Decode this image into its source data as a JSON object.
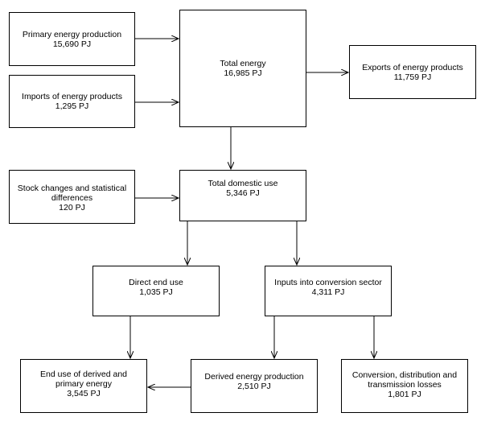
{
  "nodes": {
    "primary": {
      "label": "Primary energy production",
      "value": "15,690 PJ"
    },
    "imports": {
      "label": "Imports of energy products",
      "value": "1,295 PJ"
    },
    "total": {
      "label": "Total energy",
      "value": "16,985 PJ"
    },
    "exports": {
      "label": "Exports of energy products",
      "value": "11,759 PJ"
    },
    "stock": {
      "label_line1": "Stock changes and statistical",
      "label_line2": "differences",
      "value": "120 PJ"
    },
    "domestic": {
      "label": "Total domestic use",
      "value": "5,346 PJ"
    },
    "direct": {
      "label": "Direct end use",
      "value": "1,035 PJ"
    },
    "inputs": {
      "label": "Inputs into conversion sector",
      "value": "4,311 PJ"
    },
    "enduse": {
      "label_line1": "End use of derived and",
      "label_line2": "primary energy",
      "value": "3,545 PJ"
    },
    "derived": {
      "label": "Derived energy production",
      "value": "2,510 PJ"
    },
    "losses": {
      "label_line1": "Conversion, distribution and",
      "label_line2": "transmission losses",
      "value": "1,801 PJ"
    }
  },
  "edges": [
    {
      "from": "primary",
      "to": "total"
    },
    {
      "from": "imports",
      "to": "total"
    },
    {
      "from": "total",
      "to": "exports"
    },
    {
      "from": "total",
      "to": "domestic"
    },
    {
      "from": "stock",
      "to": "domestic"
    },
    {
      "from": "domestic",
      "to": "direct"
    },
    {
      "from": "domestic",
      "to": "inputs"
    },
    {
      "from": "direct",
      "to": "enduse"
    },
    {
      "from": "inputs",
      "to": "derived"
    },
    {
      "from": "inputs",
      "to": "losses"
    },
    {
      "from": "derived",
      "to": "enduse"
    }
  ]
}
